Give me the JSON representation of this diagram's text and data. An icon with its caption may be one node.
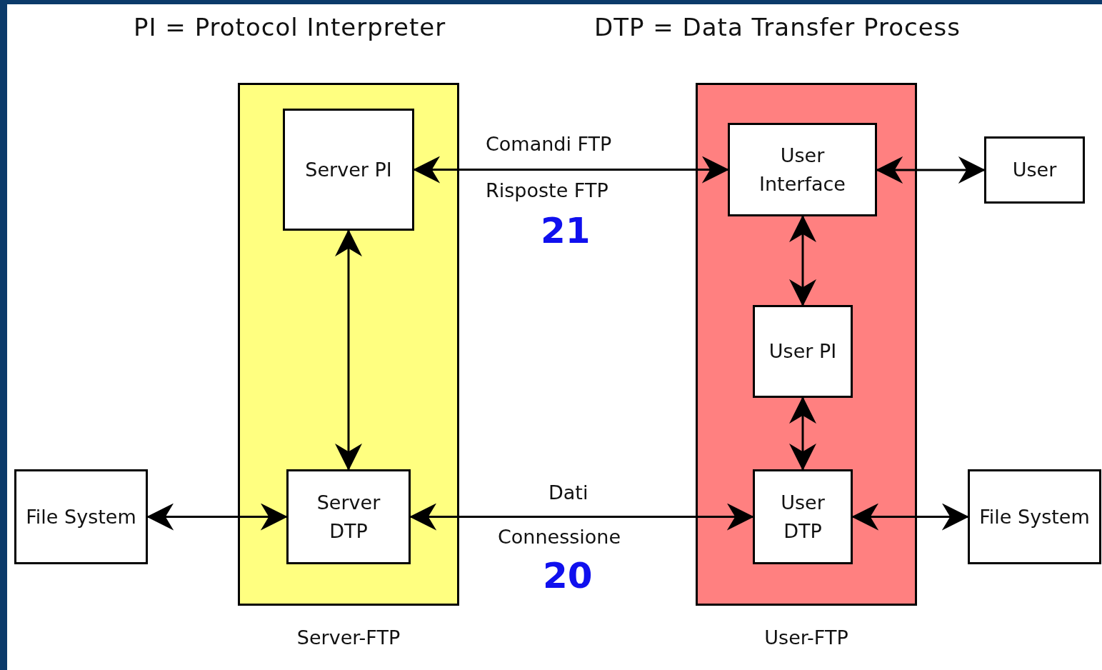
{
  "diagram": {
    "nodes": [
      {
        "text": [
          "Server-FTP"
        ]
      },
      {
        "text": [
          "Server PI"
        ],
        "in": 0
      },
      {
        "text": [
          "Server DTP"
        ],
        "in": 0
      },
      {
        "text": [
          "User-FTP"
        ]
      },
      {
        "text": [
          "User Interface"
        ],
        "in": 3
      },
      {
        "text": [
          "User PI"
        ],
        "in": 3
      },
      {
        "text": [
          "User DTP"
        ],
        "in": 3
      },
      {
        "text": [
          "User"
        ]
      },
      {
        "text": [
          "File System"
        ]
      },
      {
        "text": [
          "File System"
        ]
      }
    ],
    "edges": [
      {
        "from": 1,
        "to": 4,
        "arrow": "both"
      },
      {
        "from": 1,
        "to": 2,
        "arrow": "both"
      },
      {
        "from": 4,
        "to": 7,
        "arrow": "both"
      },
      {
        "from": 4,
        "to": 5,
        "arrow": "both"
      },
      {
        "from": 5,
        "to": 6,
        "arrow": "both"
      },
      {
        "from": 8,
        "to": 2,
        "arrow": "both"
      },
      {
        "from": 2,
        "to": 6,
        "arrow": "both"
      },
      {
        "from": 6,
        "to": 9,
        "arrow": "both"
      }
    ],
    "labels": [
      "PI = Protocol Interpreter",
      "DTP = Data Transfer Process",
      "Comandi FTP",
      "Risposte FTP",
      "21",
      "Dati",
      "Connessione",
      "20"
    ]
  }
}
